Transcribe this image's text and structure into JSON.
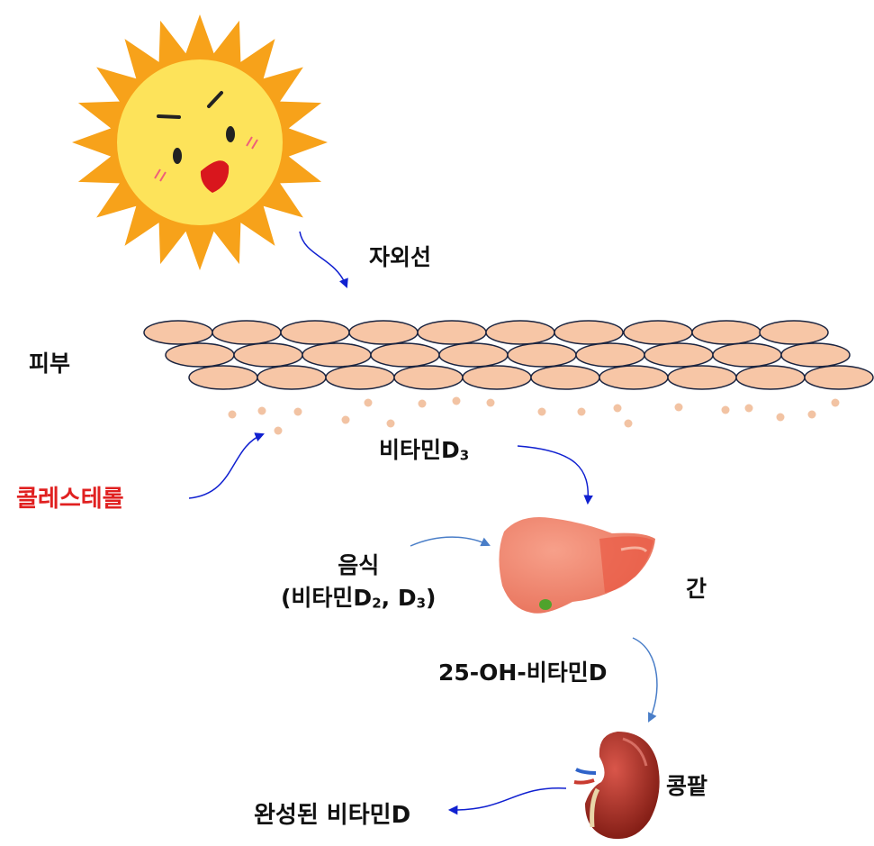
{
  "labels": {
    "uv": "자외선",
    "skin": "피부",
    "cholesterol": "콜레스테롤",
    "vitd3_main": "비타민D",
    "vitd3_sub": "3",
    "food_line1": "음식",
    "food_line2_a": "(비타민D",
    "food_line2_sub1": "2",
    "food_line2_b": ", D",
    "food_line2_sub2": "3",
    "food_line2_c": ")",
    "liver": "간",
    "oh25": "25-OH-비타민D",
    "kidney": "콩팥",
    "active": "완성된 비타민D"
  },
  "colors": {
    "cholesterol_text": "#e02020",
    "cell_fill": "#f7c6a6",
    "cell_stroke": "#1a2440",
    "dot": "#f2c3a3",
    "arrow_blue": "#1020d0",
    "arrow_steel": "#4a7ec8",
    "sun_face": "#fde35a",
    "sun_ray": "#f7a21a",
    "liver": "#e9755e",
    "kidney": "#a8281c"
  },
  "icons": {
    "sun": "smiling-sun-icon",
    "skin": "skin-cell-layer",
    "liver": "liver-icon",
    "kidney": "kidney-icon"
  }
}
